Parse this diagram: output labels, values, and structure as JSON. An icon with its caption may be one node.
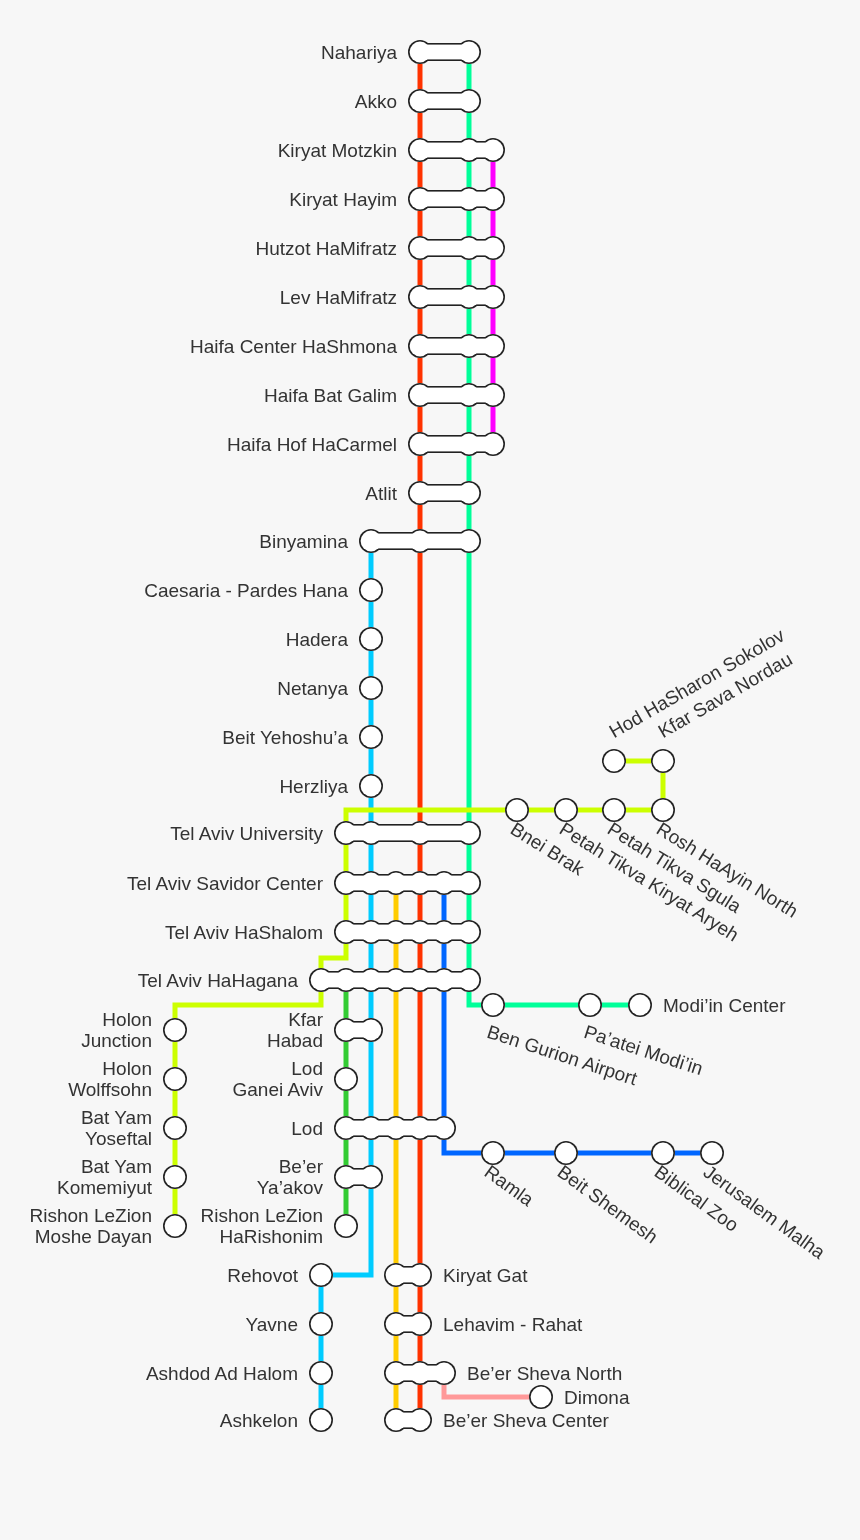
{
  "diagram": {
    "nodes": [
      {
        "text": [
          "Nahariya"
        ]
      },
      {
        "text": [
          "Akko"
        ]
      },
      {
        "text": [
          "Kiryat Motzkin"
        ]
      },
      {
        "text": [
          "Kiryat Hayim"
        ]
      },
      {
        "text": [
          "Hutzot HaMifratz"
        ]
      },
      {
        "text": [
          "Lev HaMifratz"
        ]
      },
      {
        "text": [
          "Haifa Center HaShmona"
        ]
      },
      {
        "text": [
          "Haifa Bat Galim"
        ]
      },
      {
        "text": [
          "Haifa Hof HaCarmel"
        ]
      },
      {
        "text": [
          "Atlit"
        ]
      },
      {
        "text": [
          "Binyamina"
        ]
      },
      {
        "text": [
          "Caesaria - Pardes Hana"
        ]
      },
      {
        "text": [
          "Hadera"
        ]
      },
      {
        "text": [
          "Netanya"
        ]
      },
      {
        "text": [
          "Beit Yehoshu’a"
        ]
      },
      {
        "text": [
          "Herzliya"
        ]
      },
      {
        "text": [
          "Hod HaSharon Sokolov"
        ]
      },
      {
        "text": [
          "Kfar Sava Nordau"
        ]
      },
      {
        "text": [
          "Bnei Brak"
        ]
      },
      {
        "text": [
          "Petah Tikva Kiryat Aryeh"
        ]
      },
      {
        "text": [
          "Petah Tikva Sgula"
        ]
      },
      {
        "text": [
          "Rosh HaAyin North"
        ]
      },
      {
        "text": [
          "Tel Aviv University"
        ]
      },
      {
        "text": [
          "Tel Aviv Savidor Center"
        ]
      },
      {
        "text": [
          "Tel Aviv HaShalom"
        ]
      },
      {
        "text": [
          "Tel Aviv HaHagana"
        ]
      },
      {
        "text": [
          "Ben Gurion Airport"
        ]
      },
      {
        "text": [
          "Pa’atei Modi’in"
        ]
      },
      {
        "text": [
          "Modi’in Center"
        ]
      },
      {
        "text": [
          "Holon Junction"
        ]
      },
      {
        "text": [
          "Kfar Habad"
        ]
      },
      {
        "text": [
          "Holon Wolffsohn"
        ]
      },
      {
        "text": [
          "Lod Ganei Aviv"
        ]
      },
      {
        "text": [
          "Bat Yam Yoseftal"
        ]
      },
      {
        "text": [
          "Lod"
        ]
      },
      {
        "text": [
          "Ramla"
        ]
      },
      {
        "text": [
          "Beit Shemesh"
        ]
      },
      {
        "text": [
          "Biblical Zoo"
        ]
      },
      {
        "text": [
          "Jerusalem Malha"
        ]
      },
      {
        "text": [
          "Bat Yam Komemiyut"
        ]
      },
      {
        "text": [
          "Be’er Ya’akov"
        ]
      },
      {
        "text": [
          "Rishon LeZion Moshe Dayan"
        ]
      },
      {
        "text": [
          "Rishon LeZion HaRishonim"
        ]
      },
      {
        "text": [
          "Rehovot"
        ]
      },
      {
        "text": [
          "Kiryat Gat"
        ]
      },
      {
        "text": [
          "Yavne"
        ]
      },
      {
        "text": [
          "Lehavim - Rahat"
        ]
      },
      {
        "text": [
          "Ashdod Ad Halom"
        ]
      },
      {
        "text": [
          "Be’er Sheva North"
        ]
      },
      {
        "text": [
          "Dimona"
        ]
      },
      {
        "text": [
          "Ashkelon"
        ]
      },
      {
        "text": [
          "Be’er Sheva Center"
        ]
      }
    ],
    "edges": [
      {
        "from": 0,
        "to": 1,
        "arrow": "none",
        "color": "#ff3300"
      },
      {
        "from": 1,
        "to": 2,
        "arrow": "none",
        "color": "#ff3300"
      },
      {
        "from": 2,
        "to": 3,
        "arrow": "none",
        "color": "#ff3300"
      },
      {
        "from": 3,
        "to": 4,
        "arrow": "none",
        "color": "#ff3300"
      },
      {
        "from": 4,
        "to": 5,
        "arrow": "none",
        "color": "#ff3300"
      },
      {
        "from": 5,
        "to": 6,
        "arrow": "none",
        "color": "#ff3300"
      },
      {
        "from": 6,
        "to": 7,
        "arrow": "none",
        "color": "#ff3300"
      },
      {
        "from": 7,
        "to": 8,
        "arrow": "none",
        "color": "#ff3300"
      },
      {
        "from": 8,
        "to": 9,
        "arrow": "none",
        "color": "#ff3300"
      },
      {
        "from": 9,
        "to": 10,
        "arrow": "none",
        "color": "#ff3300"
      },
      {
        "from": 10,
        "to": 22,
        "arrow": "none",
        "color": "#ff3300"
      },
      {
        "from": 22,
        "to": 23,
        "arrow": "none",
        "color": "#ff3300"
      },
      {
        "from": 23,
        "to": 24,
        "arrow": "none",
        "color": "#ff3300"
      },
      {
        "from": 24,
        "to": 25,
        "arrow": "none",
        "color": "#ff3300"
      },
      {
        "from": 25,
        "to": 34,
        "arrow": "none",
        "color": "#ff3300"
      },
      {
        "from": 34,
        "to": 44,
        "arrow": "none",
        "color": "#ff3300"
      },
      {
        "from": 44,
        "to": 46,
        "arrow": "none",
        "color": "#ff3300"
      },
      {
        "from": 46,
        "to": 48,
        "arrow": "none",
        "color": "#ff3300"
      },
      {
        "from": 48,
        "to": 51,
        "arrow": "none",
        "color": "#ff3300"
      },
      {
        "from": 0,
        "to": 1,
        "arrow": "none",
        "color": "#00ff99"
      },
      {
        "from": 1,
        "to": 2,
        "arrow": "none",
        "color": "#00ff99"
      },
      {
        "from": 2,
        "to": 3,
        "arrow": "none",
        "color": "#00ff99"
      },
      {
        "from": 3,
        "to": 4,
        "arrow": "none",
        "color": "#00ff99"
      },
      {
        "from": 4,
        "to": 5,
        "arrow": "none",
        "color": "#00ff99"
      },
      {
        "from": 5,
        "to": 6,
        "arrow": "none",
        "color": "#00ff99"
      },
      {
        "from": 6,
        "to": 7,
        "arrow": "none",
        "color": "#00ff99"
      },
      {
        "from": 7,
        "to": 8,
        "arrow": "none",
        "color": "#00ff99"
      },
      {
        "from": 8,
        "to": 9,
        "arrow": "none",
        "color": "#00ff99"
      },
      {
        "from": 9,
        "to": 10,
        "arrow": "none",
        "color": "#00ff99"
      },
      {
        "from": 10,
        "to": 22,
        "arrow": "none",
        "color": "#00ff99"
      },
      {
        "from": 22,
        "to": 23,
        "arrow": "none",
        "color": "#00ff99"
      },
      {
        "from": 23,
        "to": 24,
        "arrow": "none",
        "color": "#00ff99"
      },
      {
        "from": 24,
        "to": 25,
        "arrow": "none",
        "color": "#00ff99"
      },
      {
        "from": 25,
        "to": 26,
        "arrow": "none",
        "color": "#00ff99"
      },
      {
        "from": 26,
        "to": 27,
        "arrow": "none",
        "color": "#00ff99"
      },
      {
        "from": 27,
        "to": 28,
        "arrow": "none",
        "color": "#00ff99"
      },
      {
        "from": 2,
        "to": 3,
        "arrow": "none",
        "color": "#ff00ff"
      },
      {
        "from": 3,
        "to": 4,
        "arrow": "none",
        "color": "#ff00ff"
      },
      {
        "from": 4,
        "to": 5,
        "arrow": "none",
        "color": "#ff00ff"
      },
      {
        "from": 5,
        "to": 6,
        "arrow": "none",
        "color": "#ff00ff"
      },
      {
        "from": 6,
        "to": 7,
        "arrow": "none",
        "color": "#ff00ff"
      },
      {
        "from": 7,
        "to": 8,
        "arrow": "none",
        "color": "#ff00ff"
      },
      {
        "from": 10,
        "to": 11,
        "arrow": "none",
        "color": "#00ccff"
      },
      {
        "from": 11,
        "to": 12,
        "arrow": "none",
        "color": "#00ccff"
      },
      {
        "from": 12,
        "to": 13,
        "arrow": "none",
        "color": "#00ccff"
      },
      {
        "from": 13,
        "to": 14,
        "arrow": "none",
        "color": "#00ccff"
      },
      {
        "from": 14,
        "to": 15,
        "arrow": "none",
        "color": "#00ccff"
      },
      {
        "from": 15,
        "to": 22,
        "arrow": "none",
        "color": "#00ccff"
      },
      {
        "from": 22,
        "to": 23,
        "arrow": "none",
        "color": "#00ccff"
      },
      {
        "from": 23,
        "to": 24,
        "arrow": "none",
        "color": "#00ccff"
      },
      {
        "from": 24,
        "to": 25,
        "arrow": "none",
        "color": "#00ccff"
      },
      {
        "from": 25,
        "to": 30,
        "arrow": "none",
        "color": "#00ccff"
      },
      {
        "from": 30,
        "to": 34,
        "arrow": "none",
        "color": "#00ccff"
      },
      {
        "from": 34,
        "to": 40,
        "arrow": "none",
        "color": "#00ccff"
      },
      {
        "from": 40,
        "to": 43,
        "arrow": "none",
        "color": "#00ccff"
      },
      {
        "from": 43,
        "to": 45,
        "arrow": "none",
        "color": "#00ccff"
      },
      {
        "from": 45,
        "to": 47,
        "arrow": "none",
        "color": "#00ccff"
      },
      {
        "from": 47,
        "to": 50,
        "arrow": "none",
        "color": "#00ccff"
      },
      {
        "from": 16,
        "to": 17,
        "arrow": "none",
        "color": "#ccff00"
      },
      {
        "from": 17,
        "to": 21,
        "arrow": "none",
        "color": "#ccff00"
      },
      {
        "from": 18,
        "to": 19,
        "arrow": "none",
        "color": "#ccff00"
      },
      {
        "from": 19,
        "to": 20,
        "arrow": "none",
        "color": "#ccff00"
      },
      {
        "from": 20,
        "to": 21,
        "arrow": "none",
        "color": "#ccff00"
      },
      {
        "from": 18,
        "to": 22,
        "arrow": "none",
        "color": "#ccff00"
      },
      {
        "from": 22,
        "to": 23,
        "arrow": "none",
        "color": "#ccff00"
      },
      {
        "from": 23,
        "to": 24,
        "arrow": "none",
        "color": "#ccff00"
      },
      {
        "from": 24,
        "to": 25,
        "arrow": "none",
        "color": "#ccff00"
      },
      {
        "from": 25,
        "to": 29,
        "arrow": "none",
        "color": "#ccff00"
      },
      {
        "from": 29,
        "to": 31,
        "arrow": "none",
        "color": "#ccff00"
      },
      {
        "from": 31,
        "to": 33,
        "arrow": "none",
        "color": "#ccff00"
      },
      {
        "from": 33,
        "to": 39,
        "arrow": "none",
        "color": "#ccff00"
      },
      {
        "from": 39,
        "to": 41,
        "arrow": "none",
        "color": "#ccff00"
      },
      {
        "from": 25,
        "to": 30,
        "arrow": "none",
        "color": "#33cc33"
      },
      {
        "from": 30,
        "to": 32,
        "arrow": "none",
        "color": "#33cc33"
      },
      {
        "from": 32,
        "to": 34,
        "arrow": "none",
        "color": "#33cc33"
      },
      {
        "from": 34,
        "to": 40,
        "arrow": "none",
        "color": "#33cc33"
      },
      {
        "from": 40,
        "to": 42,
        "arrow": "none",
        "color": "#33cc33"
      },
      {
        "from": 23,
        "to": 24,
        "arrow": "none",
        "color": "#ffcc00"
      },
      {
        "from": 24,
        "to": 25,
        "arrow": "none",
        "color": "#ffcc00"
      },
      {
        "from": 25,
        "to": 34,
        "arrow": "none",
        "color": "#ffcc00"
      },
      {
        "from": 34,
        "to": 44,
        "arrow": "none",
        "color": "#ffcc00"
      },
      {
        "from": 44,
        "to": 46,
        "arrow": "none",
        "color": "#ffcc00"
      },
      {
        "from": 46,
        "to": 48,
        "arrow": "none",
        "color": "#ffcc00"
      },
      {
        "from": 48,
        "to": 51,
        "arrow": "none",
        "color": "#ffcc00"
      },
      {
        "from": 23,
        "to": 24,
        "arrow": "none",
        "color": "#0066ff"
      },
      {
        "from": 24,
        "to": 25,
        "arrow": "none",
        "color": "#0066ff"
      },
      {
        "from": 25,
        "to": 34,
        "arrow": "none",
        "color": "#0066ff"
      },
      {
        "from": 34,
        "to": 35,
        "arrow": "none",
        "color": "#0066ff"
      },
      {
        "from": 35,
        "to": 36,
        "arrow": "none",
        "color": "#0066ff"
      },
      {
        "from": 36,
        "to": 37,
        "arrow": "none",
        "color": "#0066ff"
      },
      {
        "from": 37,
        "to": 38,
        "arrow": "none",
        "color": "#0066ff"
      },
      {
        "from": 48,
        "to": 49,
        "arrow": "none",
        "color": "#ff9999"
      }
    ]
  }
}
